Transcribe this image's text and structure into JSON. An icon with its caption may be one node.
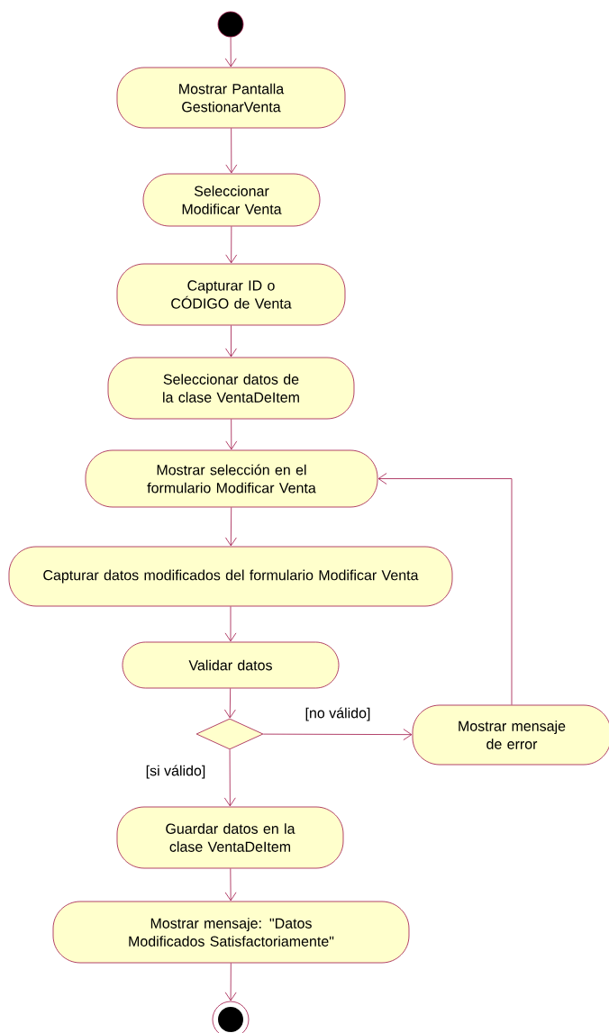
{
  "diagram": {
    "nodes": [
      {
        "text": [],
        "shape": "circle"
      },
      {
        "text": [
          "Mostrar Pantalla GestionarVenta"
        ]
      },
      {
        "text": [
          "Seleccionar Modificar Venta"
        ]
      },
      {
        "text": [
          "Capturar ID o CÓDIGO de Venta"
        ]
      },
      {
        "text": [
          "Seleccionar datos de la clase VentaDeItem"
        ]
      },
      {
        "text": [
          "Mostrar selección en el formulario Modificar Venta"
        ]
      },
      {
        "text": [
          "Capturar datos modificados del formulario Modificar Venta"
        ]
      },
      {
        "text": [
          "Validar datos"
        ]
      },
      {
        "text": [],
        "shape": "diamond"
      },
      {
        "text": [
          "Mostrar mensaje de error"
        ]
      },
      {
        "text": [
          "Guardar datos en la clase VentaDeItem"
        ]
      },
      {
        "text": [
          "Mostrar mensaje: \"Datos Modificados Satisfactoriamente\""
        ]
      },
      {
        "text": [],
        "shape": "circle"
      }
    ],
    "edges": [
      {
        "from": 0,
        "to": 1,
        "arrow": "to"
      },
      {
        "from": 1,
        "to": 2,
        "arrow": "to"
      },
      {
        "from": 2,
        "to": 3,
        "arrow": "to"
      },
      {
        "from": 3,
        "to": 4,
        "arrow": "to"
      },
      {
        "from": 4,
        "to": 5,
        "arrow": "to"
      },
      {
        "from": 5,
        "to": 6,
        "arrow": "to"
      },
      {
        "from": 6,
        "to": 7,
        "arrow": "to"
      },
      {
        "from": 7,
        "to": 8,
        "arrow": "to"
      },
      {
        "from": 8,
        "to": 9,
        "arrow": "to",
        "label": "[no válido]"
      },
      {
        "from": 8,
        "to": 10,
        "arrow": "to",
        "label": "[si válido]"
      },
      {
        "from": 9,
        "to": 5,
        "arrow": "to"
      },
      {
        "from": 10,
        "to": 11,
        "arrow": "to"
      },
      {
        "from": 11,
        "to": 12,
        "arrow": "to"
      }
    ]
  }
}
